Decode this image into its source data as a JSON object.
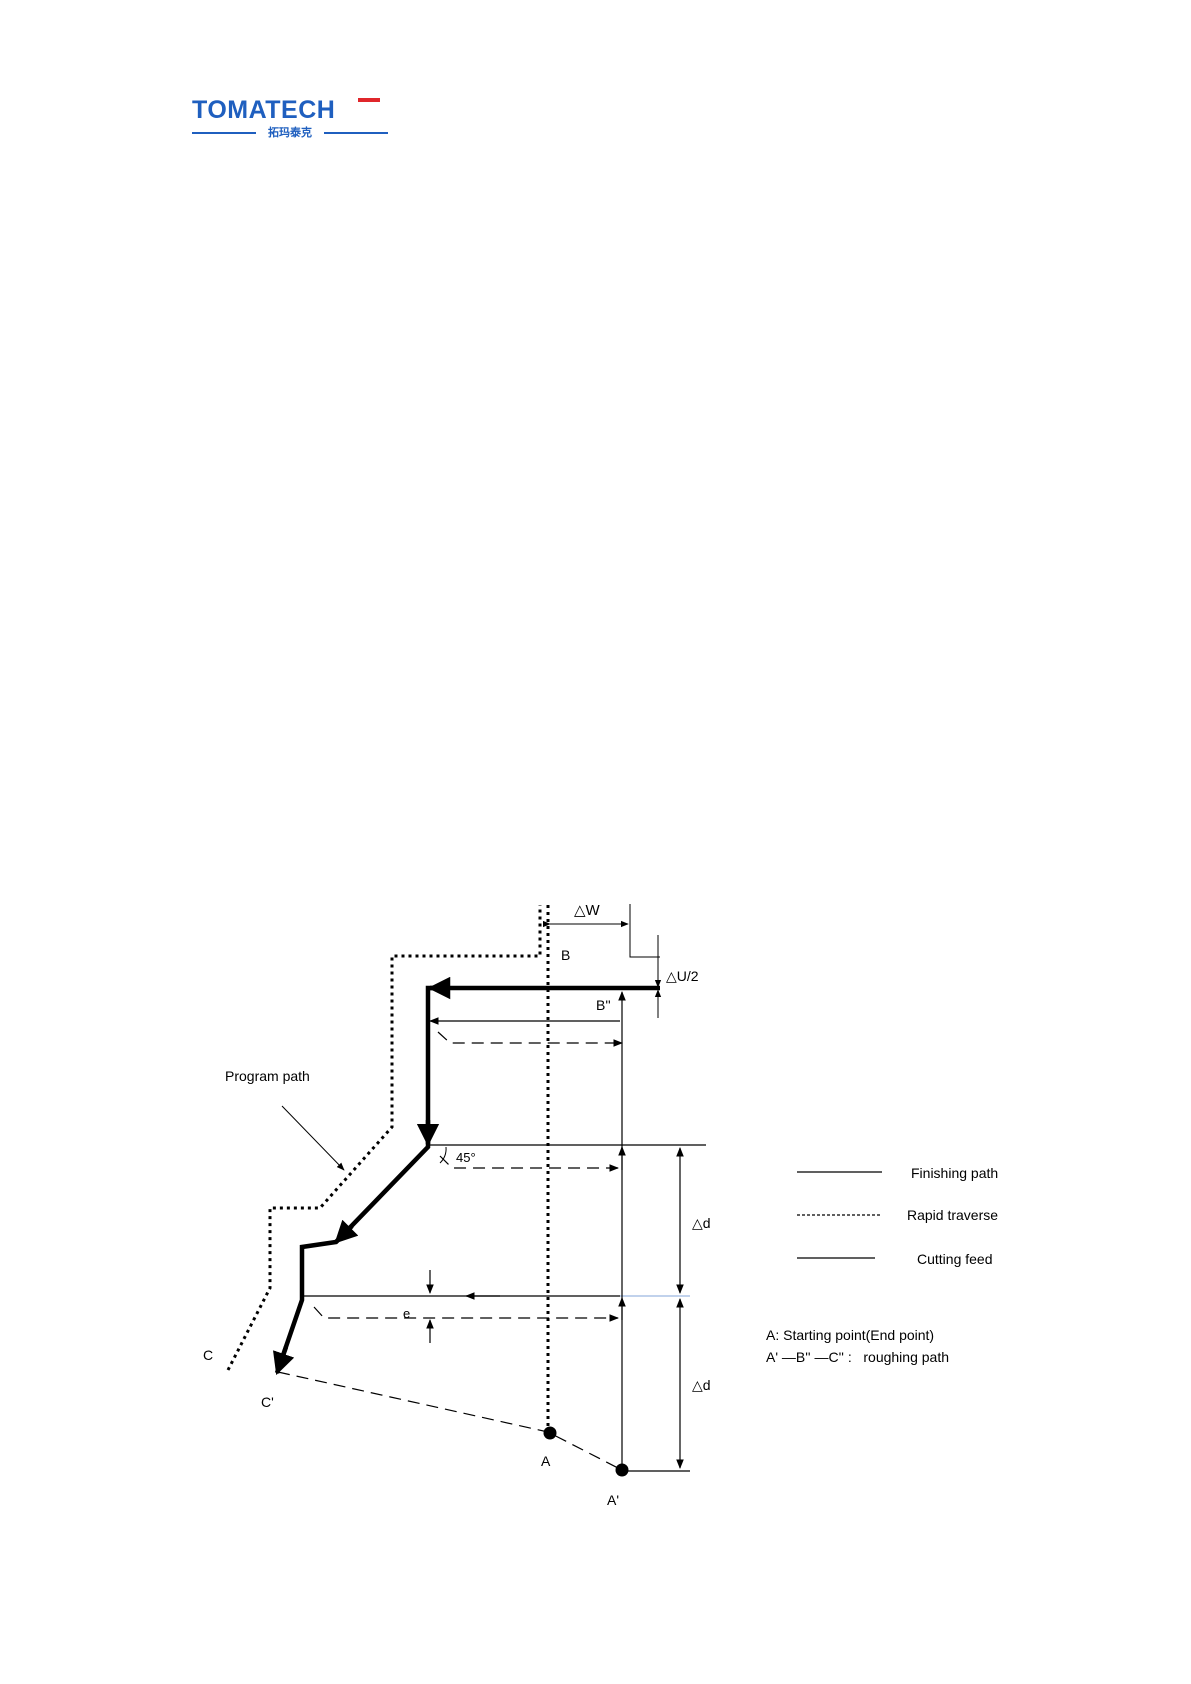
{
  "header": {
    "logo_text": "TOMATECH",
    "logo_subtitle": "拓玛泰克"
  },
  "diagram": {
    "labels": {
      "delta_w": "△W",
      "b": "B",
      "delta_u2": "△U/2",
      "b_double_prime": "B''",
      "program_path": "Program path",
      "angle_45": "45°",
      "delta_d_upper": "△d",
      "e": "e",
      "c": "C",
      "c_prime": "C'",
      "delta_d_lower": "△d",
      "a": "A",
      "a_prime": "A'"
    },
    "legend": {
      "finishing_path": "Finishing path",
      "rapid_traverse": "Rapid traverse",
      "cutting_feed": "Cutting feed"
    },
    "notes": {
      "starting_point": "A: Starting point(End point)",
      "roughing_path": "A' —B'' —C'' :   roughing path"
    }
  },
  "colors": {
    "brand": "#1f5fbf",
    "brand_accent": "#e0262b",
    "line": "#000000",
    "highlight_line": "#9cb8e0"
  }
}
